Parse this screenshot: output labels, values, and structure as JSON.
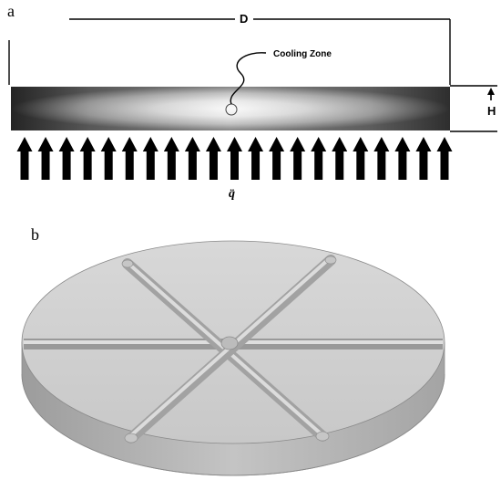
{
  "panel_a": {
    "letter": "a",
    "diameter_label": "D",
    "height_label": "H",
    "cooling_zone_label": "Cooling Zone",
    "heat_flux_label": "q̈",
    "heat_flux_arrow_count": 21
  },
  "panel_b": {
    "letter": "b",
    "channel_count": 6
  },
  "colors": {
    "line": "#000000",
    "plate_dark": "#1e1e1e",
    "plate_light": "#f2f2f2",
    "disk_top": "#cfcfcf",
    "disk_side": "#b5b5b5",
    "channel": "#bdbdbd"
  }
}
